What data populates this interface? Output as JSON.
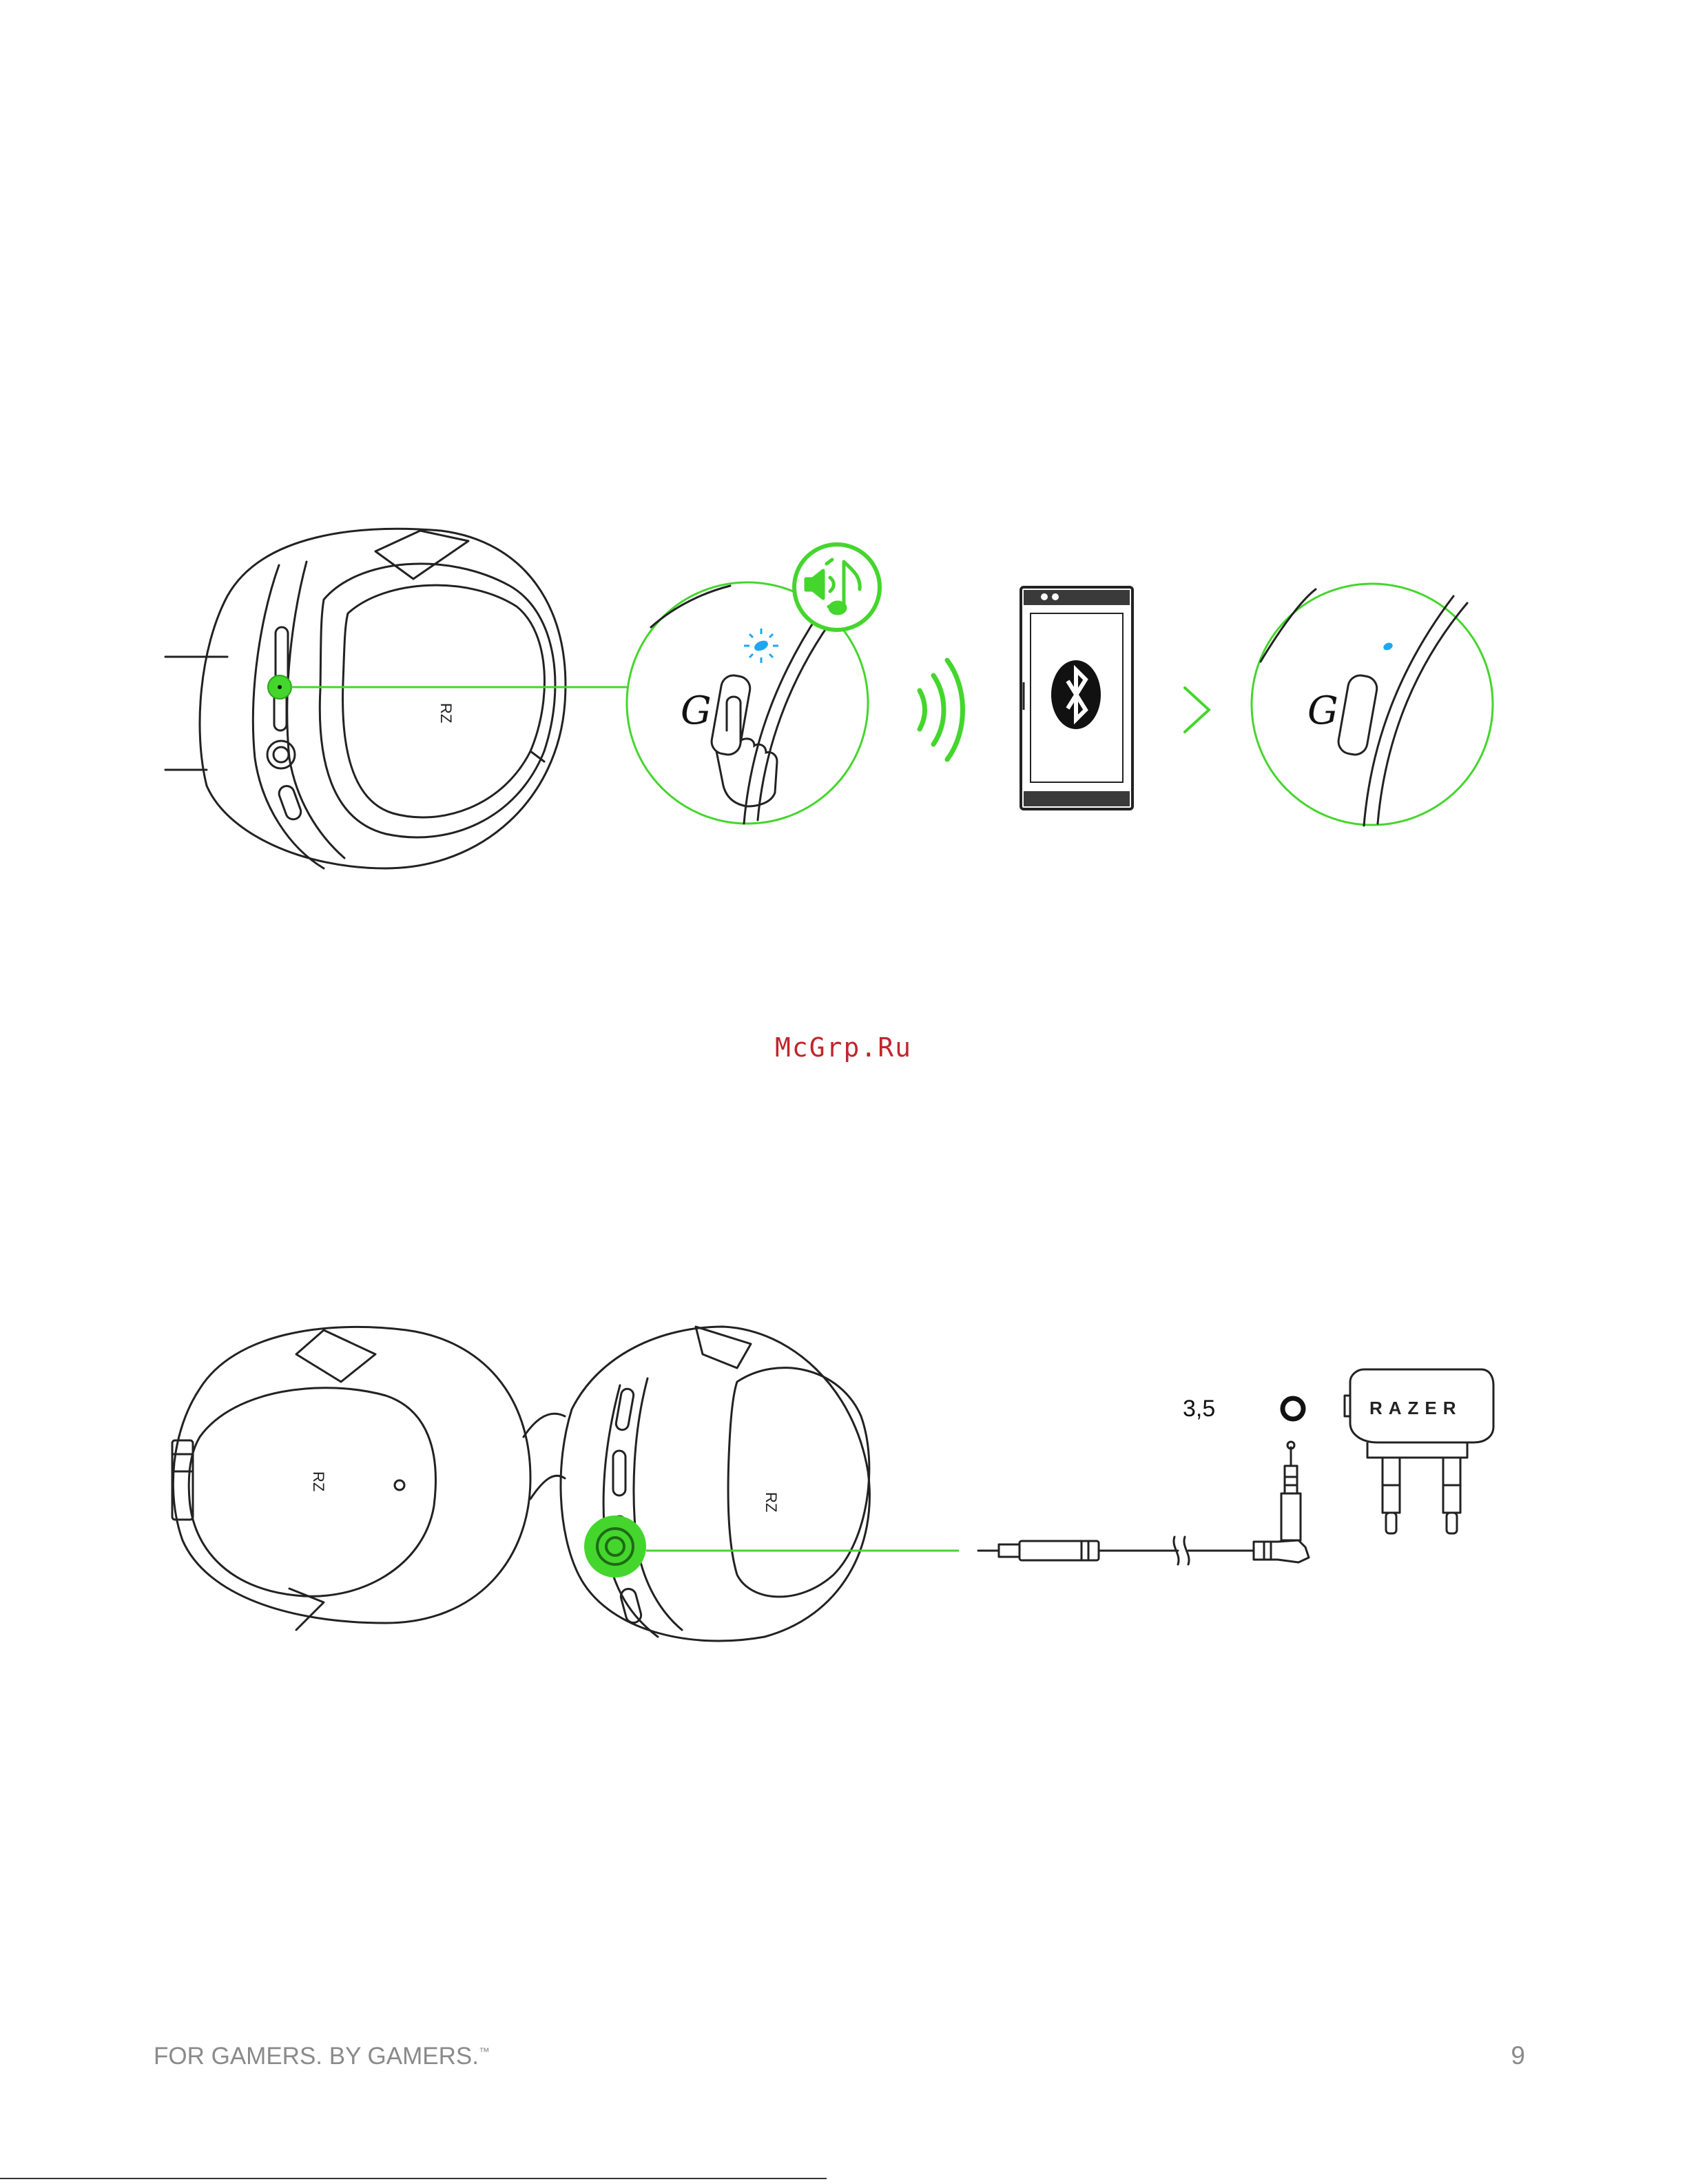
{
  "watermark": "McGrp.Ru",
  "figure_top": {
    "power_button_symbol": "G",
    "icons": [
      "audio-prompt-icon",
      "wireless-signal-icon",
      "bluetooth-icon",
      "chevron-right-icon",
      "led-indicator-icon"
    ]
  },
  "figure_bottom": {
    "jack_size_label": "3,5",
    "adapter_brand": "RAZER"
  },
  "footer": {
    "tagline": "FOR GAMERS. BY GAMERS.",
    "trademark": "™",
    "page_number": "9"
  },
  "colors": {
    "accent_green": "#44d62c",
    "led_blue": "#1ea7f0",
    "watermark_red": "#c0262c",
    "line_art": "#222222"
  }
}
